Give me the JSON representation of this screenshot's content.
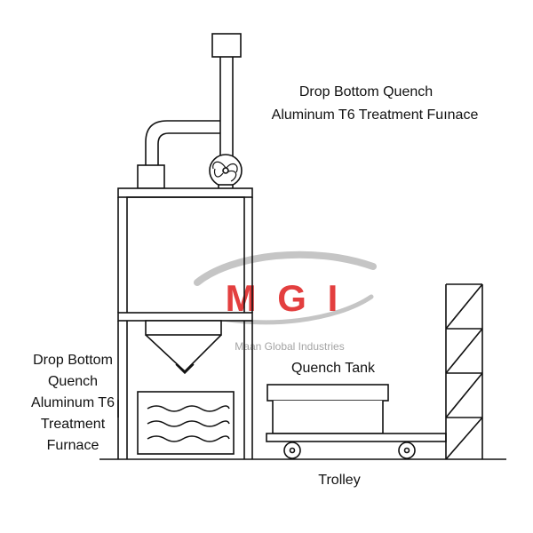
{
  "labels": {
    "top_line1": "Drop Bottom Quench",
    "top_line2": "Aluminum T6 Treatment Fuınace",
    "left_line1": "Drop Bottom",
    "left_line2": "Quench",
    "left_line3": "Aluminum T6",
    "left_line4": "Treatment",
    "left_line5": "Furnace",
    "quench_tank": "Quench Tank",
    "trolley": "Trolley"
  },
  "watermark": {
    "logo_text": "M G I",
    "company": "Maan Global Industries",
    "logo_color": "#e02b2b",
    "swoosh_color": "#bfbfbf"
  },
  "colors": {
    "line": "#111111",
    "background": "#ffffff"
  }
}
